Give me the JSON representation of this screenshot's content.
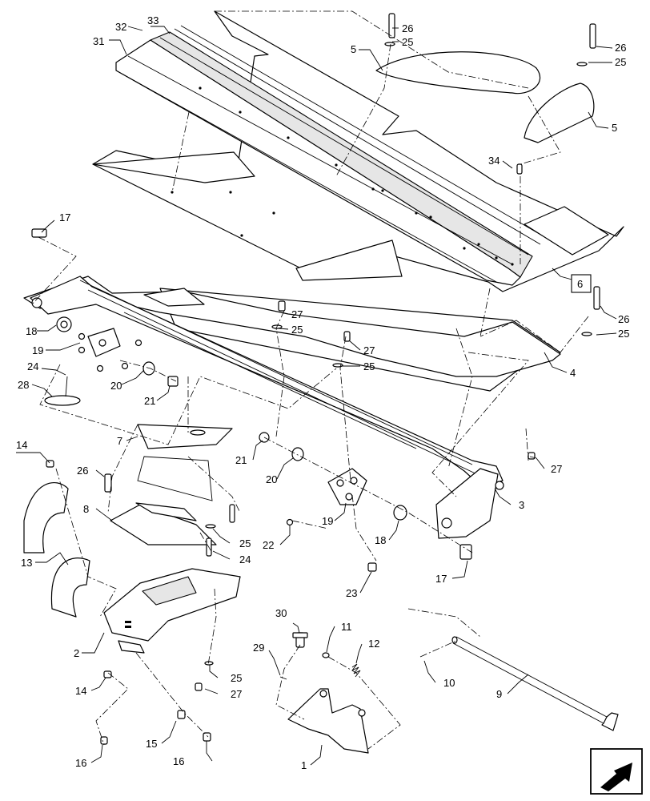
{
  "callouts": {
    "c1": "1",
    "c2": "2",
    "c3": "3",
    "c4": "4",
    "c5a": "5",
    "c5b": "5",
    "c7": "7",
    "c8": "8",
    "c9": "9",
    "c10": "10",
    "c11": "11",
    "c12": "12",
    "c13": "13",
    "c14a": "14",
    "c14b": "14",
    "c15": "15",
    "c16a": "16",
    "c16b": "16",
    "c17a": "17",
    "c17b": "17",
    "c18a": "18",
    "c18b": "18",
    "c19a": "19",
    "c19b": "19",
    "c20a": "20",
    "c20b": "20",
    "c21a": "21",
    "c21b": "21",
    "c22": "22",
    "c23": "23",
    "c24a": "24",
    "c24b": "24",
    "c25a": "25",
    "c25b": "25",
    "c25c": "25",
    "c25d": "25",
    "c25e": "25",
    "c25f": "25",
    "c25g": "25",
    "c26a": "26",
    "c26b": "26",
    "c26c": "26",
    "c26d": "26",
    "c27a": "27",
    "c27b": "27",
    "c27c": "27",
    "c27d": "27",
    "c28": "28",
    "c29": "29",
    "c30": "30",
    "c31": "31",
    "c32": "32",
    "c33": "33",
    "c34": "34"
  },
  "reference_box": {
    "label": "6"
  },
  "icons": {
    "navigation": "previous-page-arrow-icon"
  }
}
